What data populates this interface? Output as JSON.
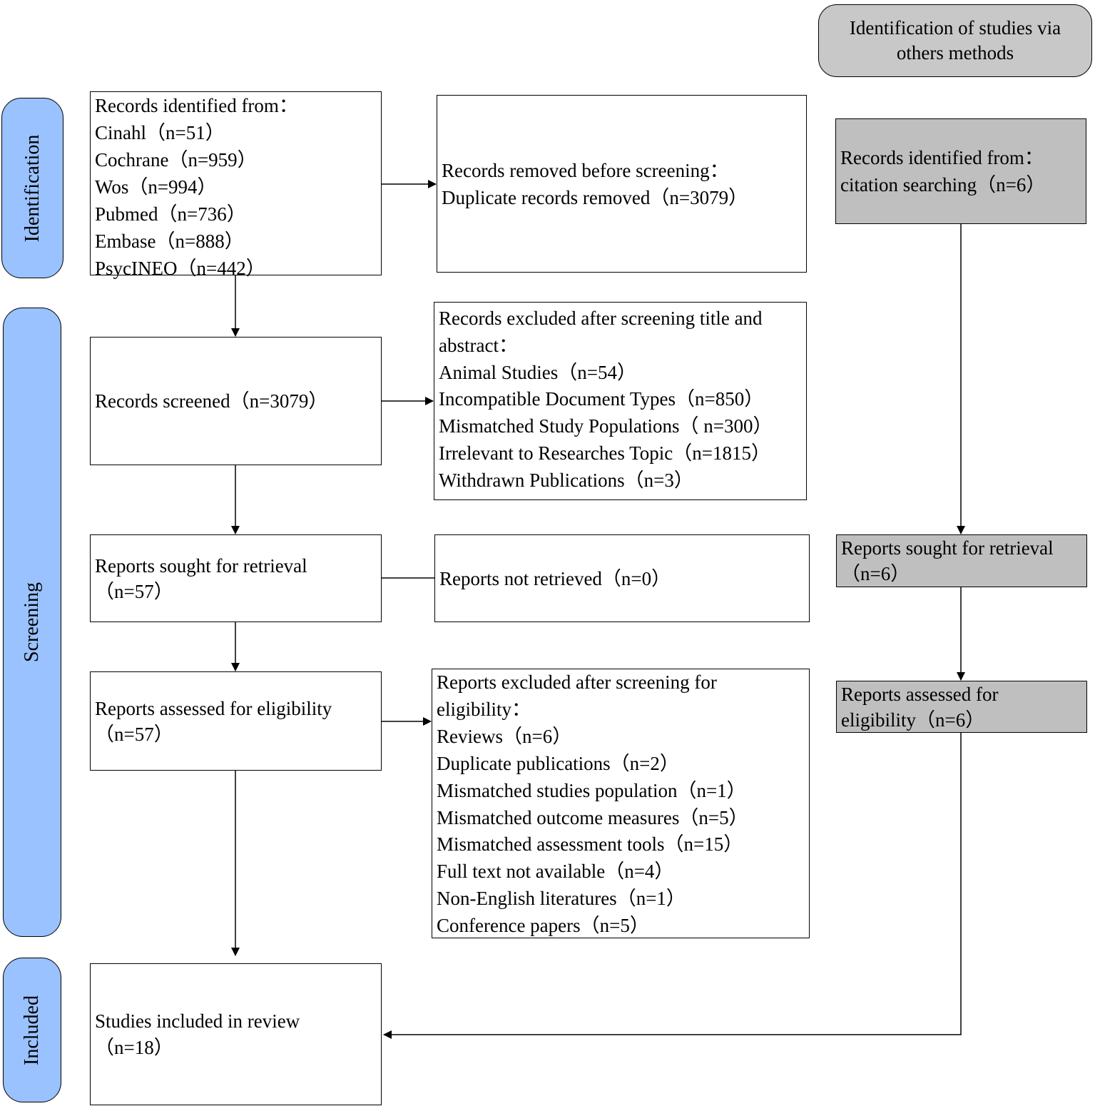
{
  "phases": {
    "identification": "Identification",
    "screening": "Screening",
    "included": "Included"
  },
  "other_methods_header": [
    "Identification of studies via",
    "others methods"
  ],
  "records_identified": [
    "Records identified from：",
    "Cinahl（n=51）",
    "Cochrane（n=959）",
    "Wos（n=994）",
    "Pubmed（n=736）",
    "Embase（n=888）",
    "PsycINEO（n=442）"
  ],
  "records_removed": [
    "Records removed before screening：",
    "Duplicate records removed（n=3079）"
  ],
  "citation_records": [
    "Records identified from：",
    "citation searching（n=6）"
  ],
  "records_screened": [
    "Records screened（n=3079）"
  ],
  "records_excluded": [
    "Records excluded after screening title and",
    "abstract：",
    "Animal Studies（n=54）",
    "Incompatible Document Types（n=850）",
    "Mismatched Study Populations（ n=300）",
    "Irrelevant to Researches Topic（n=1815）",
    "Withdrawn Publications（n=3）"
  ],
  "reports_sought": [
    "Reports sought for retrieval",
    "（n=57）"
  ],
  "reports_not_retrieved": [
    "Reports not retrieved（n=0）"
  ],
  "citation_reports_sought": [
    "Reports sought for retrieval",
    "（n=6）"
  ],
  "reports_assessed": [
    "Reports assessed for eligibility",
    "（n=57）"
  ],
  "reports_excluded": [
    "Reports excluded after screening for",
    "eligibility：",
    "Reviews（n=6）",
    "Duplicate publications（n=2）",
    "Mismatched studies population（n=1）",
    "Mismatched outcome measures（n=5）",
    "Mismatched assessment tools（n=15）",
    "Full text not available（n=4）",
    "Non-English literatures（n=1）",
    "Conference papers（n=5）"
  ],
  "citation_reports_assessed": [
    "Reports assessed for",
    "eligibility（n=6）"
  ],
  "studies_included": [
    "Studies included in review",
    "（n=18）"
  ],
  "colors": {
    "phase_fill": "#99c2ff",
    "gray_box": "#bfbfbf",
    "header_fill": "#c8c8c8"
  }
}
